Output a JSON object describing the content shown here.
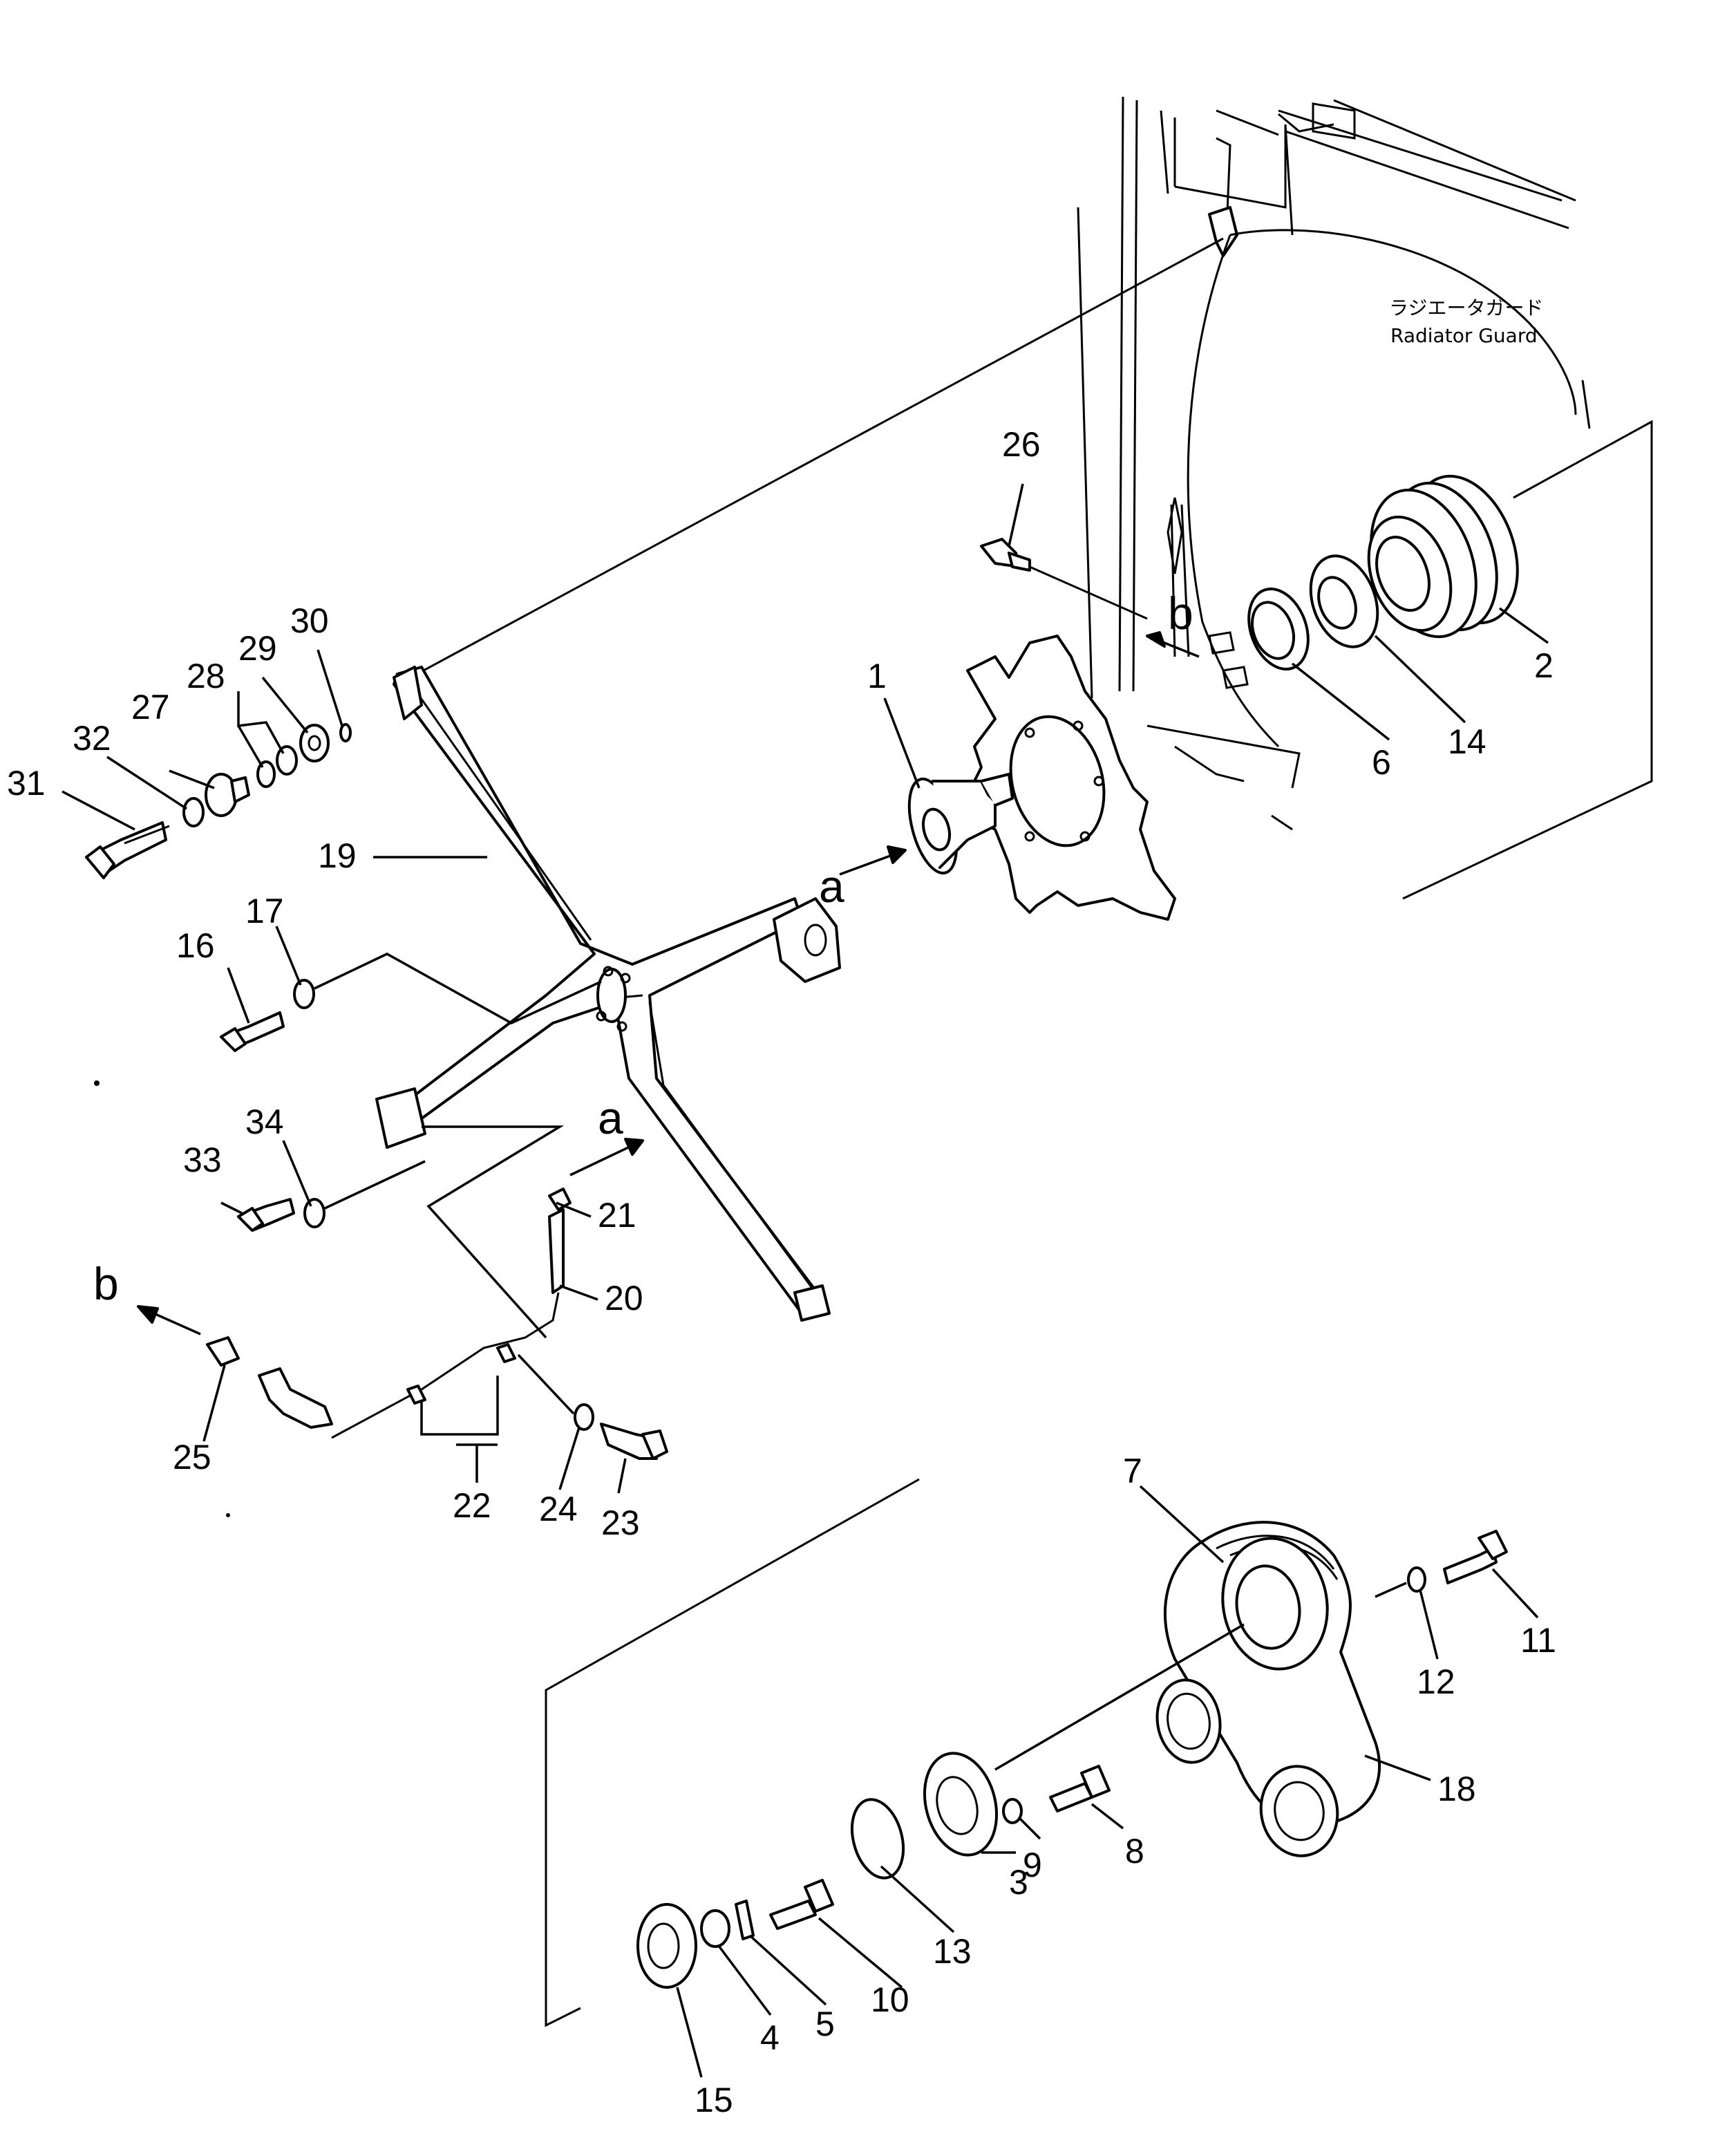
{
  "radiator_guard": {
    "label_jp": "ラジエータガード",
    "label_en": "Radiator  Guard"
  },
  "arrow_labels": {
    "a_upper": "a",
    "a_lower": "a",
    "b_upper": "b",
    "b_lower": "b"
  },
  "callouts": {
    "c1": "1",
    "c2": "2",
    "c3": "3",
    "c4": "4",
    "c5": "5",
    "c6": "6",
    "c7": "7",
    "c8": "8",
    "c9": "9",
    "c10": "10",
    "c11": "11",
    "c12": "12",
    "c13": "13",
    "c14": "14",
    "c15": "15",
    "c16": "16",
    "c17": "17",
    "c18": "18",
    "c19": "19",
    "c20": "20",
    "c21": "21",
    "c22": "22",
    "c23": "23",
    "c24": "24",
    "c25": "25",
    "c26": "26",
    "c27": "27",
    "c28": "28",
    "c29": "29",
    "c30": "30",
    "c31": "31",
    "c32": "32",
    "c33": "33",
    "c34": "34"
  }
}
